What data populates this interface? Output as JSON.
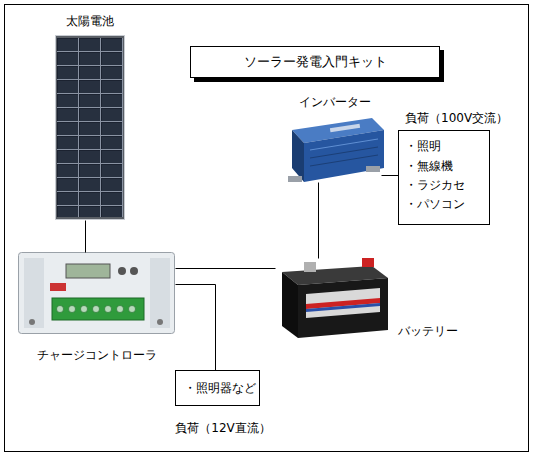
{
  "diagram": {
    "title": "ソーラー発電入門キット",
    "nodes": [
      {
        "text": [
          "太陽電池"
        ]
      },
      {
        "text": [
          "インバーター"
        ]
      },
      {
        "text": [
          "負荷（100V交流）",
          "・照明",
          "・無線機",
          "・ラジカセ",
          "・パソコン"
        ]
      },
      {
        "text": [
          "チャージコントローラ"
        ]
      },
      {
        "text": [
          "バッテリー"
        ]
      },
      {
        "text": [
          "・照明器など",
          "負荷（12V直流）"
        ]
      }
    ],
    "edges": [
      {
        "from": 0,
        "to": 3,
        "arrow": "none"
      },
      {
        "from": 1,
        "to": 4,
        "arrow": "none"
      },
      {
        "from": 1,
        "to": 2,
        "arrow": "none"
      },
      {
        "from": 3,
        "to": 4,
        "arrow": "none"
      },
      {
        "from": 3,
        "to": 5,
        "arrow": "none"
      }
    ]
  }
}
